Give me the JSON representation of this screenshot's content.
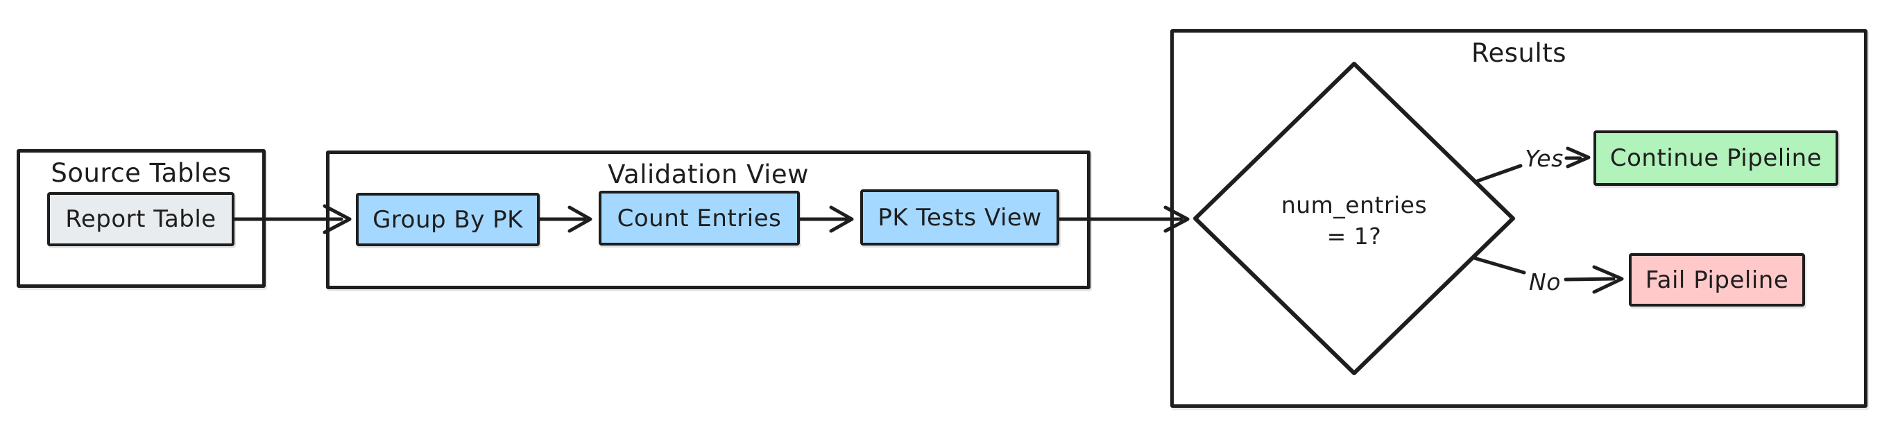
{
  "diagram": {
    "background": "#ffffff",
    "stroke_color": "#1e1e1e",
    "groups": {
      "source_tables": {
        "title": "Source Tables"
      },
      "validation_view": {
        "title": "Validation View"
      },
      "results": {
        "title": "Results"
      }
    },
    "nodes": {
      "report_table": {
        "label": "Report Table",
        "fill": "#e9ecef"
      },
      "group_by_pk": {
        "label": "Group By PK",
        "fill": "#a5d8ff"
      },
      "count_entries": {
        "label": "Count Entries",
        "fill": "#a5d8ff"
      },
      "pk_tests_view": {
        "label": "PK Tests View",
        "fill": "#a5d8ff"
      },
      "decision": {
        "line1": "num_entries",
        "line2": "= 1?",
        "fill": "#ffec99"
      },
      "continue_pipeline": {
        "label": "Continue Pipeline",
        "fill": "#b2f2bb"
      },
      "fail_pipeline": {
        "label": "Fail Pipeline",
        "fill": "#ffc9c9"
      }
    },
    "edge_labels": {
      "yes": "Yes",
      "no": "No"
    }
  }
}
